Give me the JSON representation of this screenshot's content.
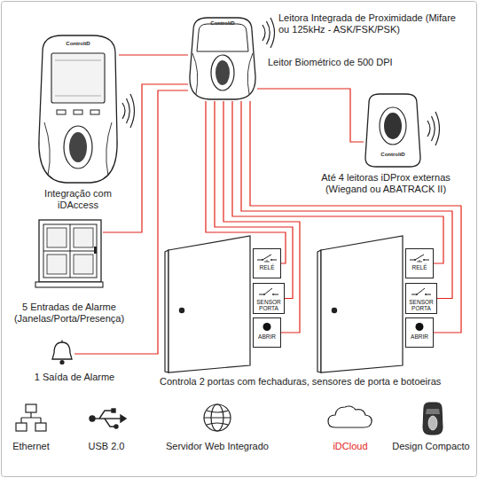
{
  "diagram": {
    "nodes": [
      {
        "text": [
          "Leitora Integrada de Proximidade (Mifare ou 125kHz - ASK/FSK/PSK)",
          "Leitor Biométrico de 500 DPI"
        ]
      },
      {
        "text": [
          "Integração com iDAccess"
        ]
      },
      {
        "text": [
          "Até 4 leitoras iDProx externas (Wiegand ou ABATRACK II)"
        ]
      },
      {
        "text": [
          "5 Entradas de Alarme (Janelas/Porta/Presença)"
        ]
      },
      {
        "text": [
          "1 Saída de Alarme"
        ]
      },
      {
        "text": [
          "RELÉ"
        ]
      },
      {
        "text": [
          "SENSOR PORTA"
        ]
      },
      {
        "text": [
          "ABRIR"
        ]
      },
      {
        "text": [
          "RELÉ"
        ]
      },
      {
        "text": [
          "SENSOR PORTA"
        ]
      },
      {
        "text": [
          "ABRIR"
        ]
      }
    ],
    "edges": [
      {
        "from": 0,
        "to": 1,
        "arrow": "none"
      },
      {
        "from": 0,
        "to": 2,
        "arrow": "none"
      },
      {
        "from": 0,
        "to": 3,
        "arrow": "none"
      },
      {
        "from": 0,
        "to": 4,
        "arrow": "none"
      },
      {
        "from": 0,
        "to": 5,
        "arrow": "none"
      },
      {
        "from": 0,
        "to": 6,
        "arrow": "none"
      },
      {
        "from": 0,
        "to": 7,
        "arrow": "none"
      },
      {
        "from": 0,
        "to": 8,
        "arrow": "none"
      },
      {
        "from": 0,
        "to": 9,
        "arrow": "none"
      },
      {
        "from": 0,
        "to": 10,
        "arrow": "none"
      }
    ],
    "labels": [
      "ControliD",
      "ControliD",
      "ControliD",
      "Controla 2 portas com fechaduras, sensores de porta e botoeiras",
      "Ethernet",
      "USB 2.0",
      "Servidor Web Integrado",
      "iDCloud",
      "Design Compacto"
    ]
  }
}
